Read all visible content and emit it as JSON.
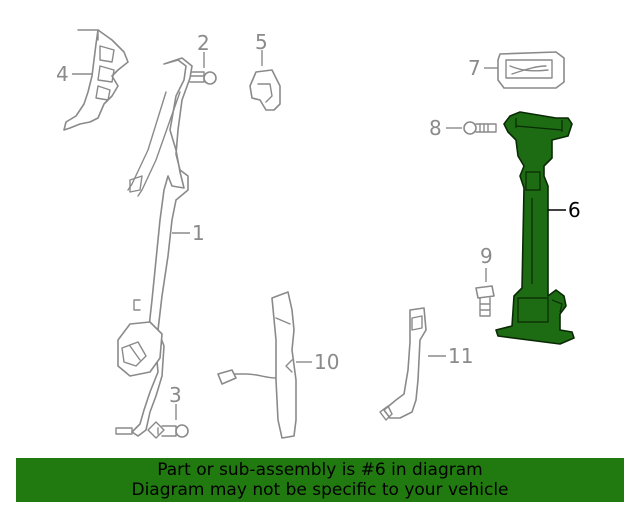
{
  "diagram": {
    "callouts": [
      "1",
      "2",
      "3",
      "4",
      "5",
      "6",
      "7",
      "8",
      "9",
      "10",
      "11"
    ],
    "highlighted_part": "6",
    "colors": {
      "highlight": "#1d6b12",
      "banner": "#217a10",
      "line": "#8a8a8a"
    }
  },
  "banner": {
    "line1": "Part or sub-assembly is #6 in diagram",
    "line2": "Diagram may not be specific to your vehicle"
  }
}
